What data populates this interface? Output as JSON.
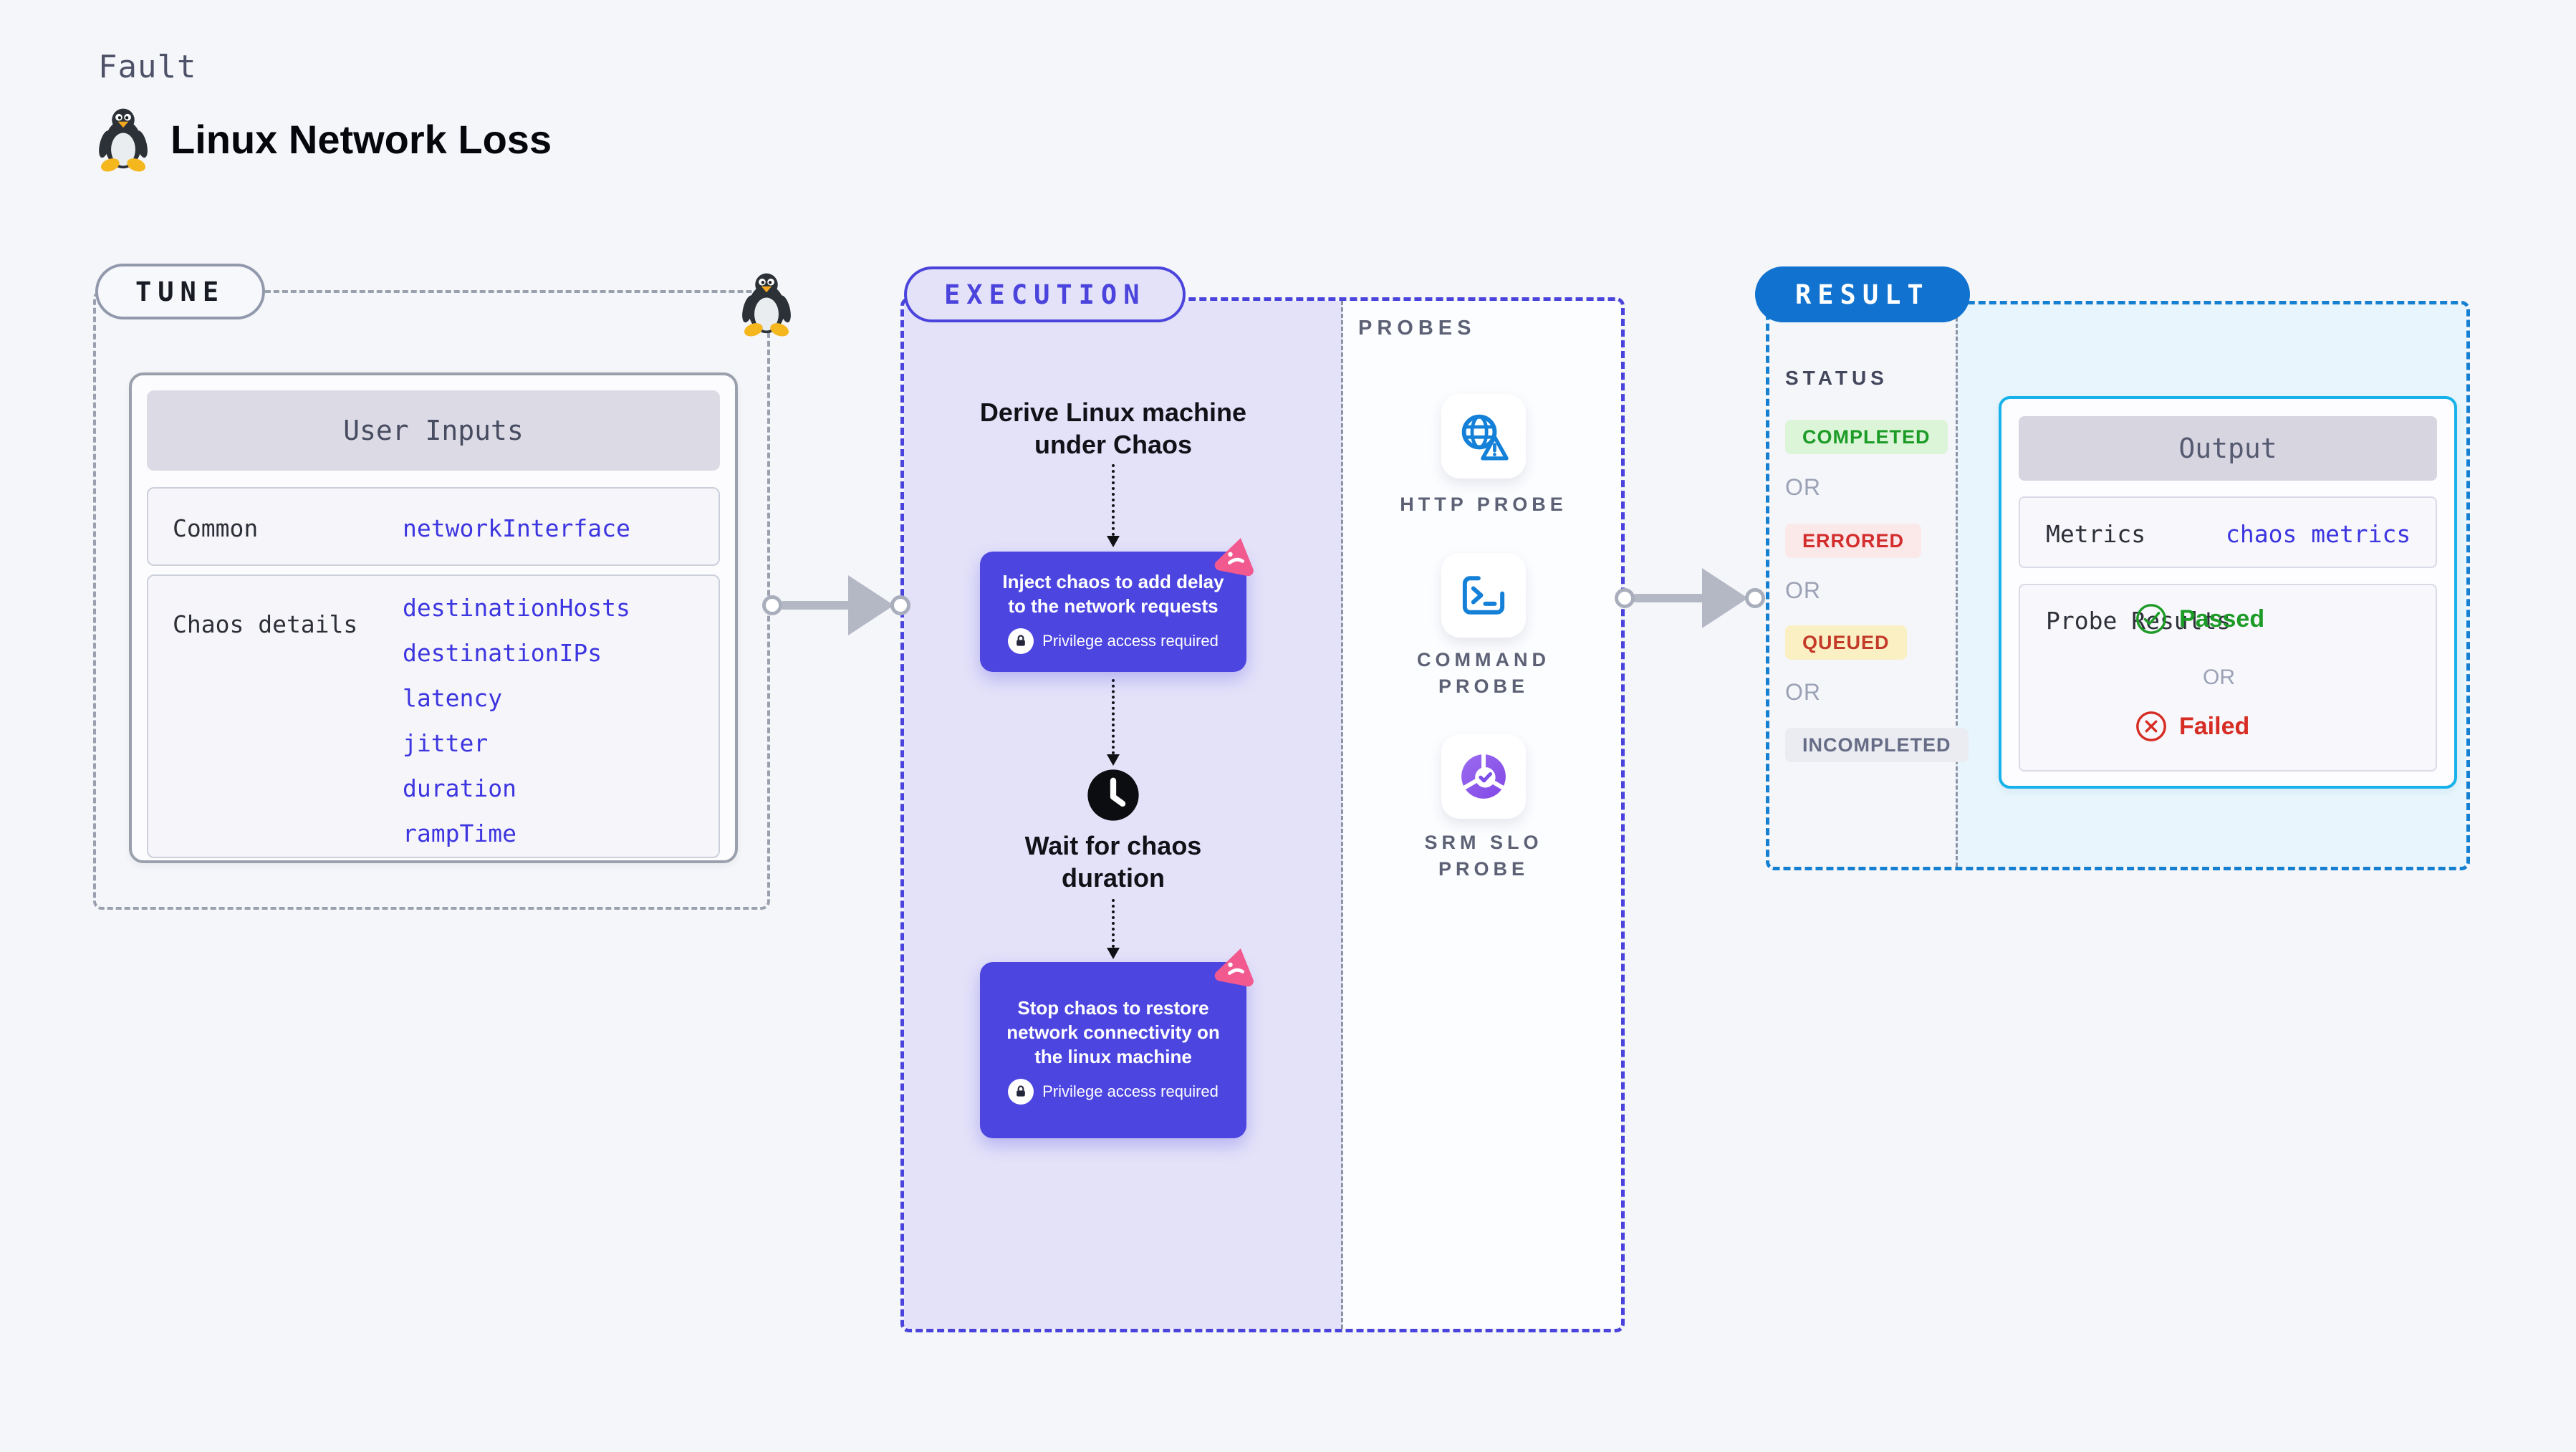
{
  "page": {
    "kicker": "Fault",
    "title": "Linux Network Loss"
  },
  "tune": {
    "label": "TUNE",
    "table": {
      "header": "User Inputs",
      "rows": [
        {
          "label": "Common",
          "values": [
            "networkInterface"
          ]
        },
        {
          "label": "Chaos details",
          "values": [
            "destinationHosts",
            "destinationIPs",
            "latency",
            "jitter",
            "duration",
            "rampTime"
          ]
        }
      ]
    }
  },
  "execution": {
    "label": "EXECUTION",
    "derive_step": "Derive Linux machine under Chaos",
    "inject_step": "Inject chaos to add delay to the network requests",
    "wait_step": "Wait for chaos duration",
    "stop_step": "Stop chaos to restore network connectivity on the linux machine",
    "privilege_note": "Privilege access required"
  },
  "probes": {
    "label": "PROBES",
    "items": [
      {
        "label": "HTTP PROBE"
      },
      {
        "label": "COMMAND PROBE"
      },
      {
        "label": "SRM SLO PROBE"
      }
    ]
  },
  "result": {
    "label": "RESULT",
    "status_label": "STATUS",
    "or_label": "OR",
    "statuses": [
      {
        "label": "COMPLETED"
      },
      {
        "label": "ERRORED"
      },
      {
        "label": "QUEUED"
      },
      {
        "label": "INCOMPLETED"
      }
    ],
    "output": {
      "header": "Output",
      "metrics_label": "Metrics",
      "metrics_value": "chaos metrics",
      "probe_results_label": "Probe Results",
      "passed_label": "Passed",
      "failed_label": "Failed"
    }
  },
  "colors": {
    "accent_indigo": "#4b44dc",
    "accent_blue": "#1173cf",
    "accent_cyan": "#16b2e9",
    "value_blue": "#3d36e0",
    "success_green": "#1d9b27",
    "error_red": "#d32d2d",
    "queued_red": "#c43a28",
    "incomplete_gray": "#666c85",
    "pink_logo": "#f2598f"
  }
}
